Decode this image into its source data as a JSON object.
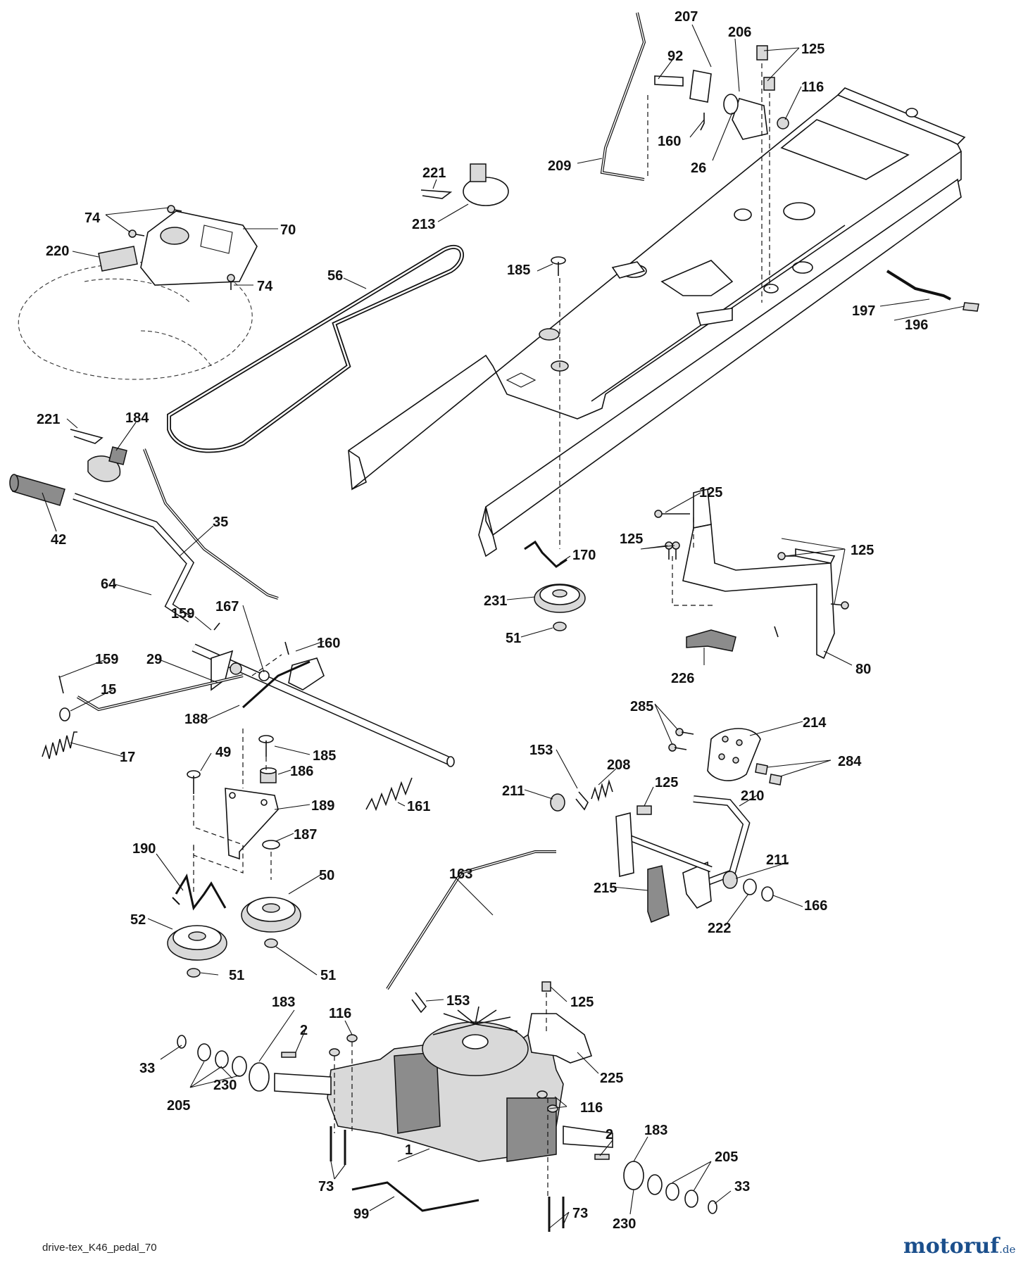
{
  "drawing": {
    "caption": "drive-tex_K46_pedal_70",
    "brand": "motoruf",
    "brand_suffix": ".de"
  },
  "callouts": [
    "207",
    "206",
    "125",
    "92",
    "116",
    "160",
    "26",
    "209",
    "221",
    "213",
    "74",
    "70",
    "220",
    "74",
    "56",
    "185",
    "197",
    "196",
    "221",
    "184",
    "42",
    "35",
    "64",
    "159",
    "167",
    "160",
    "159",
    "29",
    "15",
    "17",
    "188",
    "49",
    "185",
    "186",
    "189",
    "161",
    "187",
    "190",
    "50",
    "52",
    "51",
    "51",
    "170",
    "231",
    "51",
    "125",
    "125",
    "125",
    "226",
    "80",
    "285",
    "214",
    "284",
    "153",
    "208",
    "211",
    "125",
    "210",
    "211",
    "215",
    "222",
    "166",
    "163",
    "153",
    "125",
    "183",
    "2",
    "116",
    "33",
    "205",
    "230",
    "225",
    "116",
    "2",
    "183",
    "205",
    "1",
    "73",
    "33",
    "99",
    "230",
    "73"
  ],
  "colors": {
    "line": "#111111",
    "part_fill": "#ffffff",
    "shade_fill": "#d9d9d9",
    "dark_fill": "#8c8c8c",
    "brand": "#1b4f8c"
  }
}
